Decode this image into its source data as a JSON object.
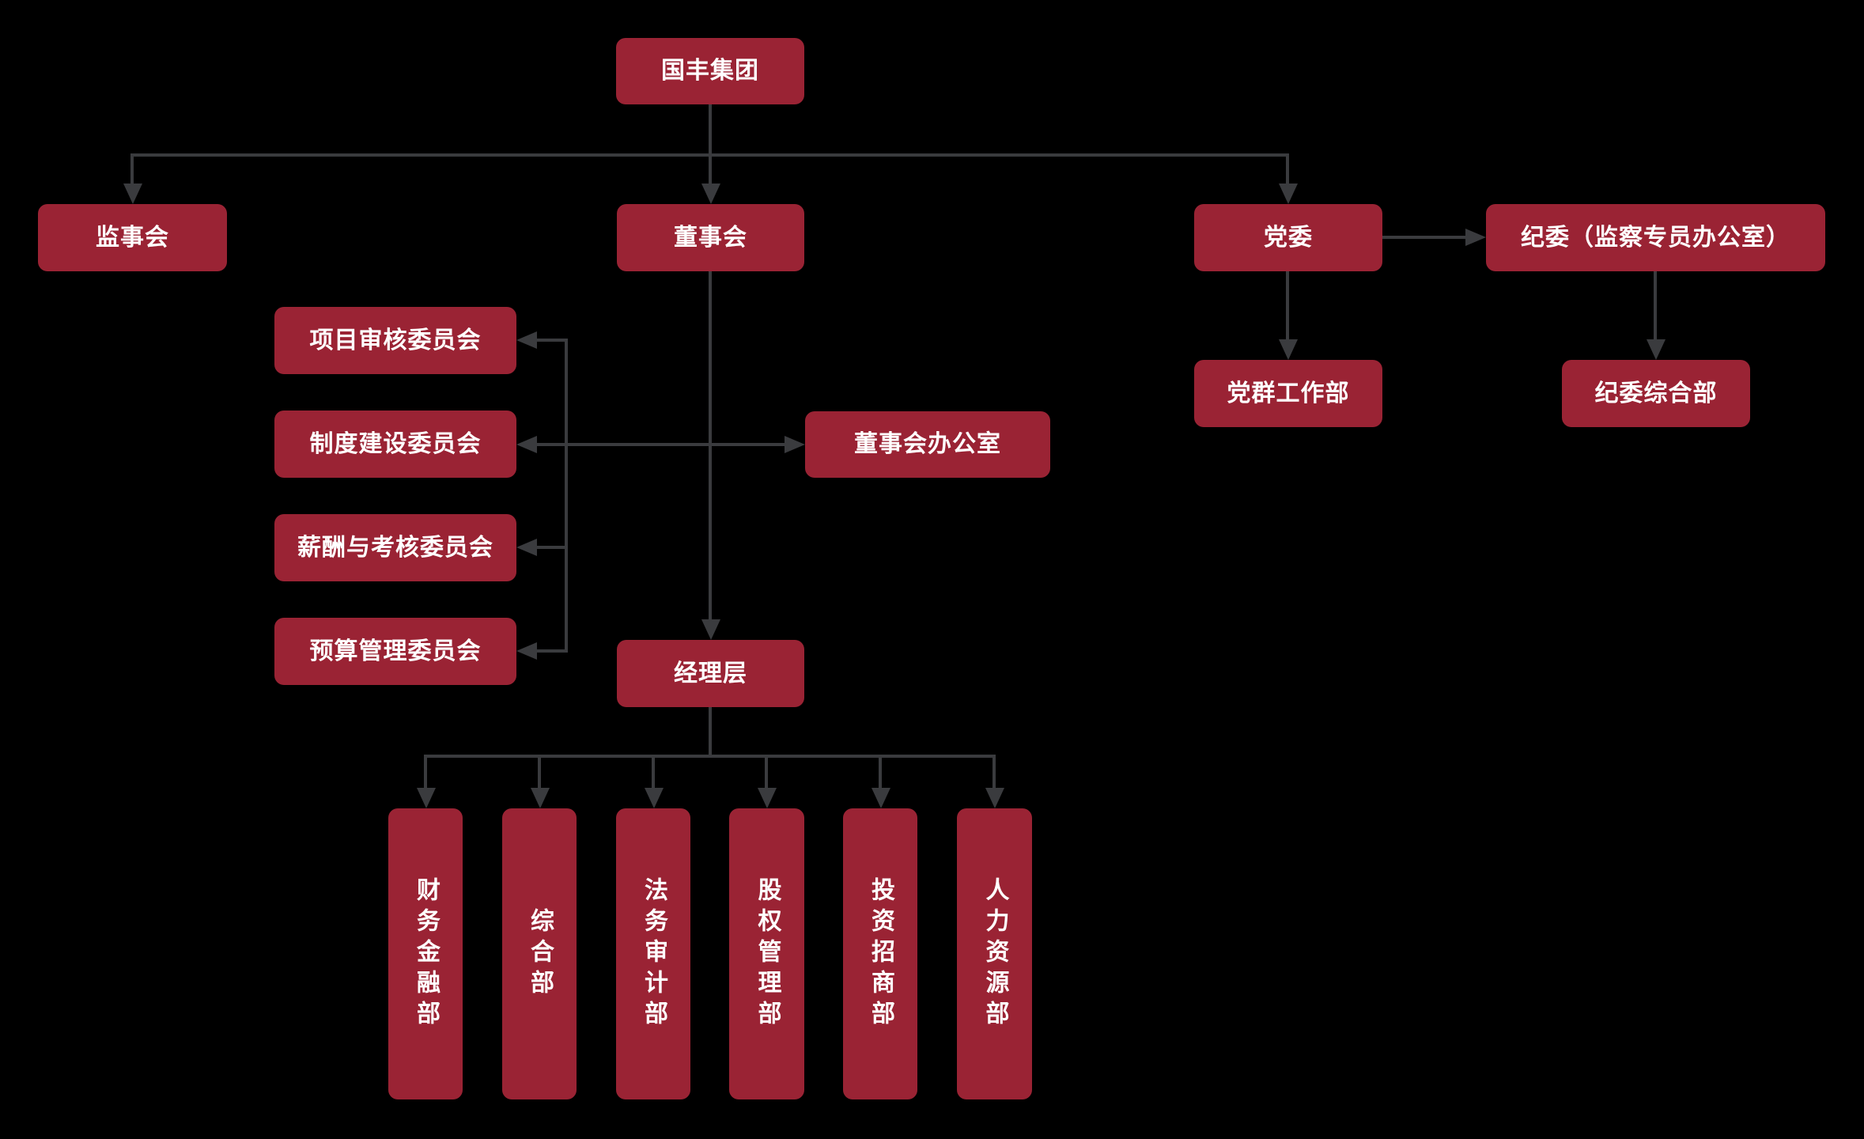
{
  "colors": {
    "background": "#000000",
    "node_bg": "#9a2334",
    "node_text": "#ffffff",
    "connector": "#3a3b3e"
  },
  "nodes": {
    "hq": {
      "label": "国丰集团"
    },
    "supervisory_board": {
      "label": "监事会"
    },
    "board_of_directors": {
      "label": "董事会"
    },
    "party_committee": {
      "label": "党委"
    },
    "discipline_committee": {
      "label": "纪委（监察专员办公室）"
    },
    "project_review_committee": {
      "label": "项目审核委员会"
    },
    "system_construction_committee": {
      "label": "制度建设委员会"
    },
    "compensation_assessment_committee": {
      "label": "薪酬与考核委员会"
    },
    "budget_management_committee": {
      "label": "预算管理委员会"
    },
    "board_office": {
      "label": "董事会办公室"
    },
    "party_mass_work_dept": {
      "label": "党群工作部"
    },
    "discipline_general_dept": {
      "label": "纪委综合部"
    },
    "management_level": {
      "label": "经理层"
    },
    "finance_dept": {
      "label": "财务金融部"
    },
    "general_dept": {
      "label": "综合部"
    },
    "legal_audit_dept": {
      "label": "法务审计部"
    },
    "equity_management_dept": {
      "label": "股权管理部"
    },
    "investment_promotion_dept": {
      "label": "投资招商部"
    },
    "human_resources_dept": {
      "label": "人力资源部"
    }
  }
}
